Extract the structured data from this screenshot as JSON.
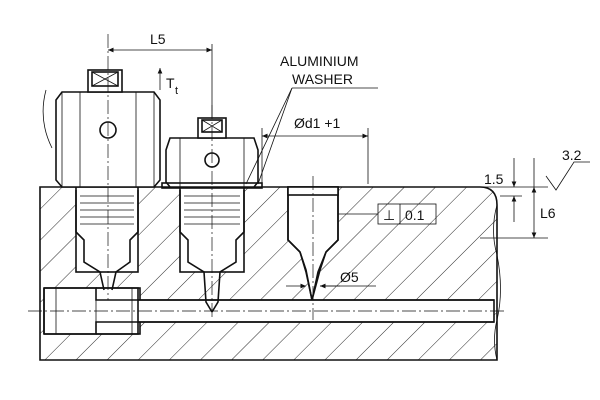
{
  "labels": {
    "l5": "L5",
    "torque": "T",
    "torque_sub": "t",
    "aluminium": "ALUMINIUM",
    "washer": "WASHER",
    "d1": "Ød1 +1",
    "depth_1_5": "1.5",
    "roughness": "3.2",
    "perp_symbol": "⊥",
    "perp_value": "0.1",
    "l6": "L6",
    "d5": "Ø5"
  },
  "colors": {
    "line": "#111111",
    "background": "#ffffff"
  }
}
